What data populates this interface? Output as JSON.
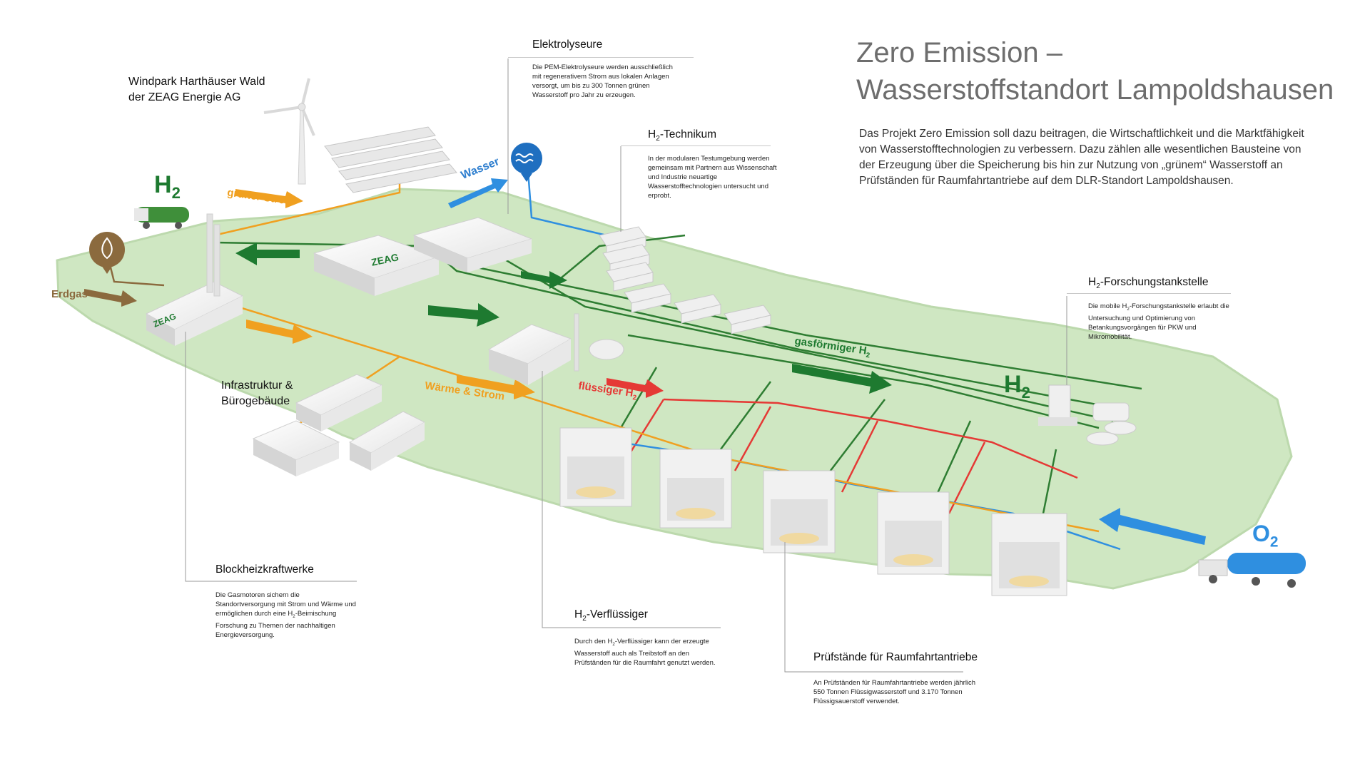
{
  "title": {
    "line1": "Zero Emission –",
    "line2": "Wasserstoffstandort Lampoldshausen"
  },
  "intro": "Das Projekt Zero Emission soll dazu beitragen, die Wirtschaftlichkeit und die Marktfähigkeit von Wasserstofftechnologien zu verbessern. Dazu zählen alle wesentlichen Bausteine von der Erzeugung über die Speicherung bis hin zur Nutzung von „grünem“ Wasserstoff an Prüfständen für Raumfahrtantriebe auf dem DLR-Standort Lampoldshausen.",
  "callouts": {
    "elektrolyseure": {
      "head": "Elektrolyseure",
      "body": "Die PEM-Elektrolyseure werden ausschließlich mit regenerativem Strom aus lokalen Anlagen versorgt, um bis zu 300 Tonnen grünen Wasserstoff pro Jahr zu erzeugen."
    },
    "technikum": {
      "head_pre": "H",
      "head_sub": "2",
      "head_post": "-Technikum",
      "body": "In der modularen Testumgebung werden gemeinsam mit Partnern aus Wissenschaft und Industrie neuartige Wasserstofftechnologien untersucht und erprobt."
    },
    "tankstelle": {
      "head_pre": "H",
      "head_sub": "2",
      "head_post": "-Forschungstankstelle",
      "body_pre": "Die mobile H",
      "body_sub": "2",
      "body_post": "-Forschungstankstelle erlaubt die Untersuchung und Optimierung von Betankungsvorgängen für PKW und Mikromobilität."
    },
    "bhkw": {
      "head": "Blockheizkraftwerke",
      "body_pre": "Die Gasmotoren sichern die Standortversorgung mit Strom und Wärme und ermöglichen durch eine H",
      "body_sub": "2",
      "body_post": "-Beimischung Forschung zu Themen der nachhaltigen Energieversorgung."
    },
    "verfluessiger": {
      "head_pre": "H",
      "head_sub": "2",
      "head_post": "-Verflüssiger",
      "body_pre": "Durch den H",
      "body_sub": "2",
      "body_post": "-Verflüssiger kann der erzeugte Wasserstoff auch als Treibstoff an den Prüfständen für die Raumfahrt genutzt werden."
    },
    "pruefstaende": {
      "head": "Prüfstände für Raumfahrtantriebe",
      "body": "An Prüfständen für Raumfahrtantriebe werden jährlich 550 Tonnen Flüssigwasserstoff und 3.170 Tonnen Flüssigsauerstoff verwendet."
    }
  },
  "labels": {
    "windpark_line1": "Windpark Harthäuser Wald",
    "windpark_line2": "der ZEAG Energie AG",
    "infrastruktur_line1": "Infrastruktur &",
    "infrastruktur_line2": "Bürogebäude",
    "gruener_strom": "grüner Strom",
    "wasser": "Wasser",
    "erdgas": "Erdgas",
    "waerme_strom": "Wärme & Strom",
    "gasfoermig_pre": "gasförmiger H",
    "gasfoermig_sub": "2",
    "fluessig_pre": "flüssiger H",
    "fluessig_sub": "2",
    "h2_left_pre": "H",
    "h2_left_sub": "2",
    "h2_right_pre": "H",
    "h2_right_sub": "2",
    "o2_pre": "O",
    "o2_sub": "2",
    "zeag_logo_1": "ZEAG",
    "zeag_logo_2": "ZEAG"
  },
  "icons": [
    "wind-turbine-icon",
    "solar-panel-icon",
    "water-drop-icon",
    "gas-flame-icon",
    "h2-truck-icon",
    "o2-truck-icon",
    "fuel-pump-icon",
    "car-icon"
  ],
  "colors": {
    "ground": "#cde6c0",
    "ground_edge": "#b9d6aa",
    "green_arrow": "#1e7a30",
    "green_line": "#2e7d32",
    "orange": "#f0a020",
    "red": "#e53935",
    "blue": "#2f8fe0",
    "brown": "#8b6a3e",
    "building": "#f2f2f2",
    "building_shade": "#cfcfcf"
  }
}
